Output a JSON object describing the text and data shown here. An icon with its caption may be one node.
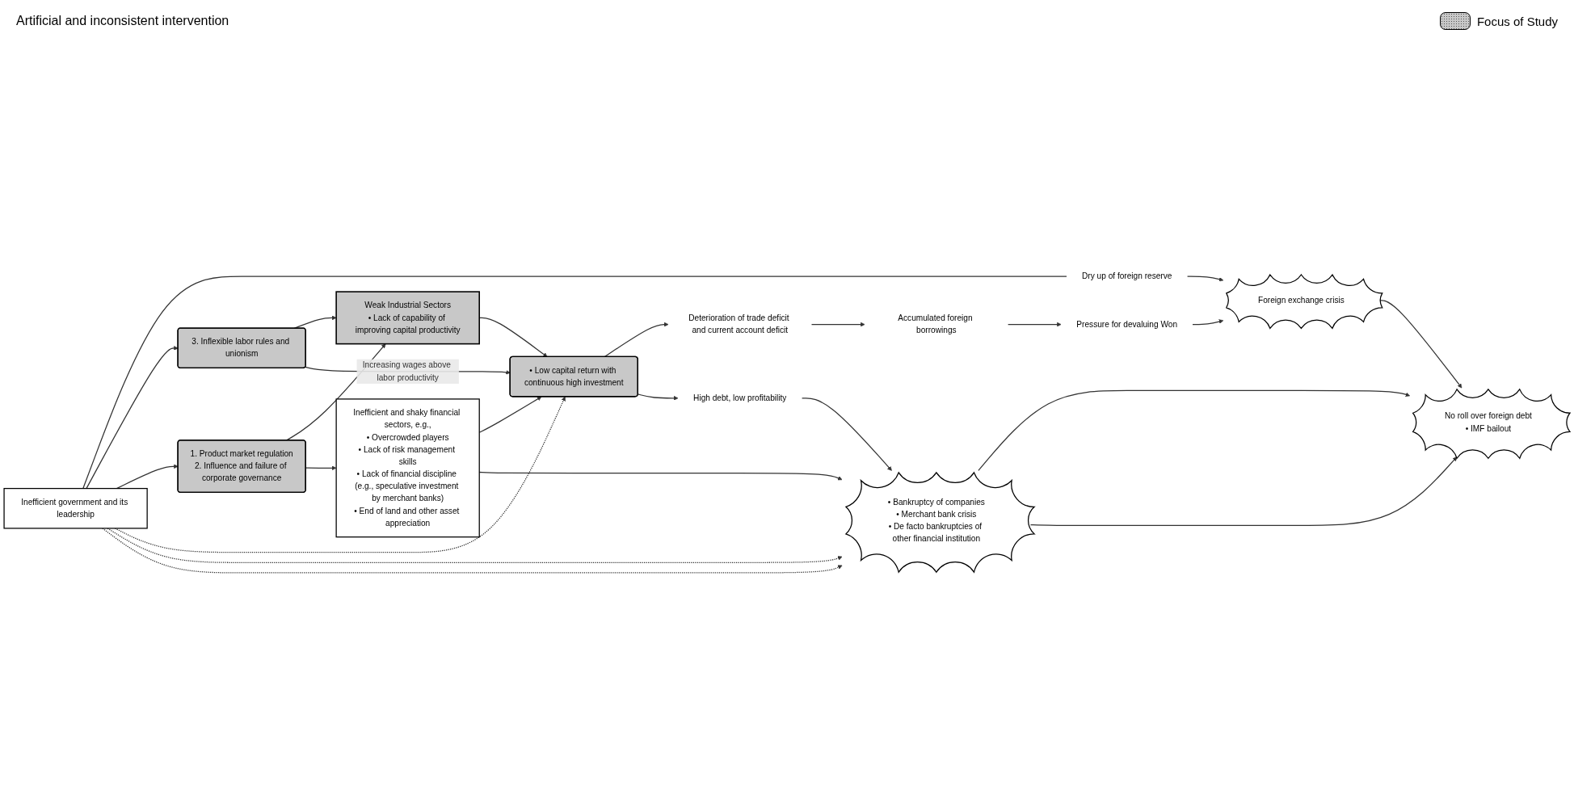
{
  "diagram": {
    "nodes": [
      {
        "text": [
          "3. Inflexible labor rules and unionism"
        ]
      },
      {
        "text": [
          "1. Product market regulation",
          "2. Influence and failure of corporate governance"
        ]
      },
      {
        "text": [
          "Weak Industrial Sectors",
          "• Lack of capability of improving capital productivity"
        ]
      },
      {
        "text": [
          "• Low capital return with continuous high investment"
        ]
      },
      {
        "text": [
          "Inefficient and shaky financial sectors, e.g.,",
          "• Overcrowded players",
          "• Lack of risk management skills",
          "• Lack of financial discipline (e.g., speculative investment by merchant banks)",
          "• End of land and other asset appreciation"
        ]
      },
      {
        "text": [
          "Inefficient government and its leadership"
        ]
      },
      {
        "text": [
          "Deterioration of trade deficit and current account deficit"
        ]
      },
      {
        "text": [
          "Accumulated foreign borrowings"
        ]
      },
      {
        "text": [
          "High debt, low profitability"
        ]
      },
      {
        "text": [
          "• Bankruptcy of companies",
          "• Merchant bank crisis",
          "• De facto bankruptcies of other financial institution"
        ]
      },
      {
        "text": [
          "No roll over foreign debt",
          "• IMF bailout"
        ]
      },
      {
        "text": [
          "Pressure for devaluing Won"
        ]
      },
      {
        "text": [
          "Foreign exchange crisis"
        ]
      },
      {
        "text": [
          "Dry up of foreign reserve"
        ]
      }
    ],
    "edges": [
      {
        "from": 0,
        "to": 2,
        "arrow": "to"
      },
      {
        "from": 1,
        "to": 2,
        "arrow": "to"
      },
      {
        "from": 1,
        "to": 4,
        "arrow": "to"
      },
      {
        "from": 2,
        "to": 3,
        "arrow": "to"
      },
      {
        "from": 0,
        "to": 3,
        "arrow": "to",
        "label": "Increasing wages above labor productivity"
      },
      {
        "from": 4,
        "to": 3,
        "arrow": "to"
      },
      {
        "from": 4,
        "to": 9,
        "arrow": "to"
      },
      {
        "from": 3,
        "to": 6,
        "arrow": "to"
      },
      {
        "from": 3,
        "to": 8,
        "arrow": "to"
      },
      {
        "from": 6,
        "to": 7,
        "arrow": "to"
      },
      {
        "from": 7,
        "to": 11,
        "arrow": "to"
      },
      {
        "from": 8,
        "to": 9,
        "arrow": "to"
      },
      {
        "from": 9,
        "to": 10,
        "arrow": "to"
      },
      {
        "from": 9,
        "to": 10,
        "arrow": "to"
      },
      {
        "from": 11,
        "to": 12,
        "arrow": "to"
      },
      {
        "from": 12,
        "to": 10,
        "arrow": "to"
      },
      {
        "from": 13,
        "to": 12,
        "arrow": "to"
      },
      {
        "from": 5,
        "to": 13,
        "arrow": "none"
      },
      {
        "from": 5,
        "to": 0,
        "arrow": "to"
      },
      {
        "from": 5,
        "to": 1,
        "arrow": "to"
      },
      {
        "from": 5,
        "to": 3,
        "arrow": "to",
        "style": "dashed"
      },
      {
        "from": 5,
        "to": 9,
        "arrow": "to",
        "style": "dashed"
      },
      {
        "from": 5,
        "to": 9,
        "arrow": "to",
        "style": "dashed"
      }
    ],
    "labels": [
      "Artificial and inconsistent intervention"
    ],
    "legend": [
      {
        "text": "Focus of Study"
      }
    ]
  }
}
